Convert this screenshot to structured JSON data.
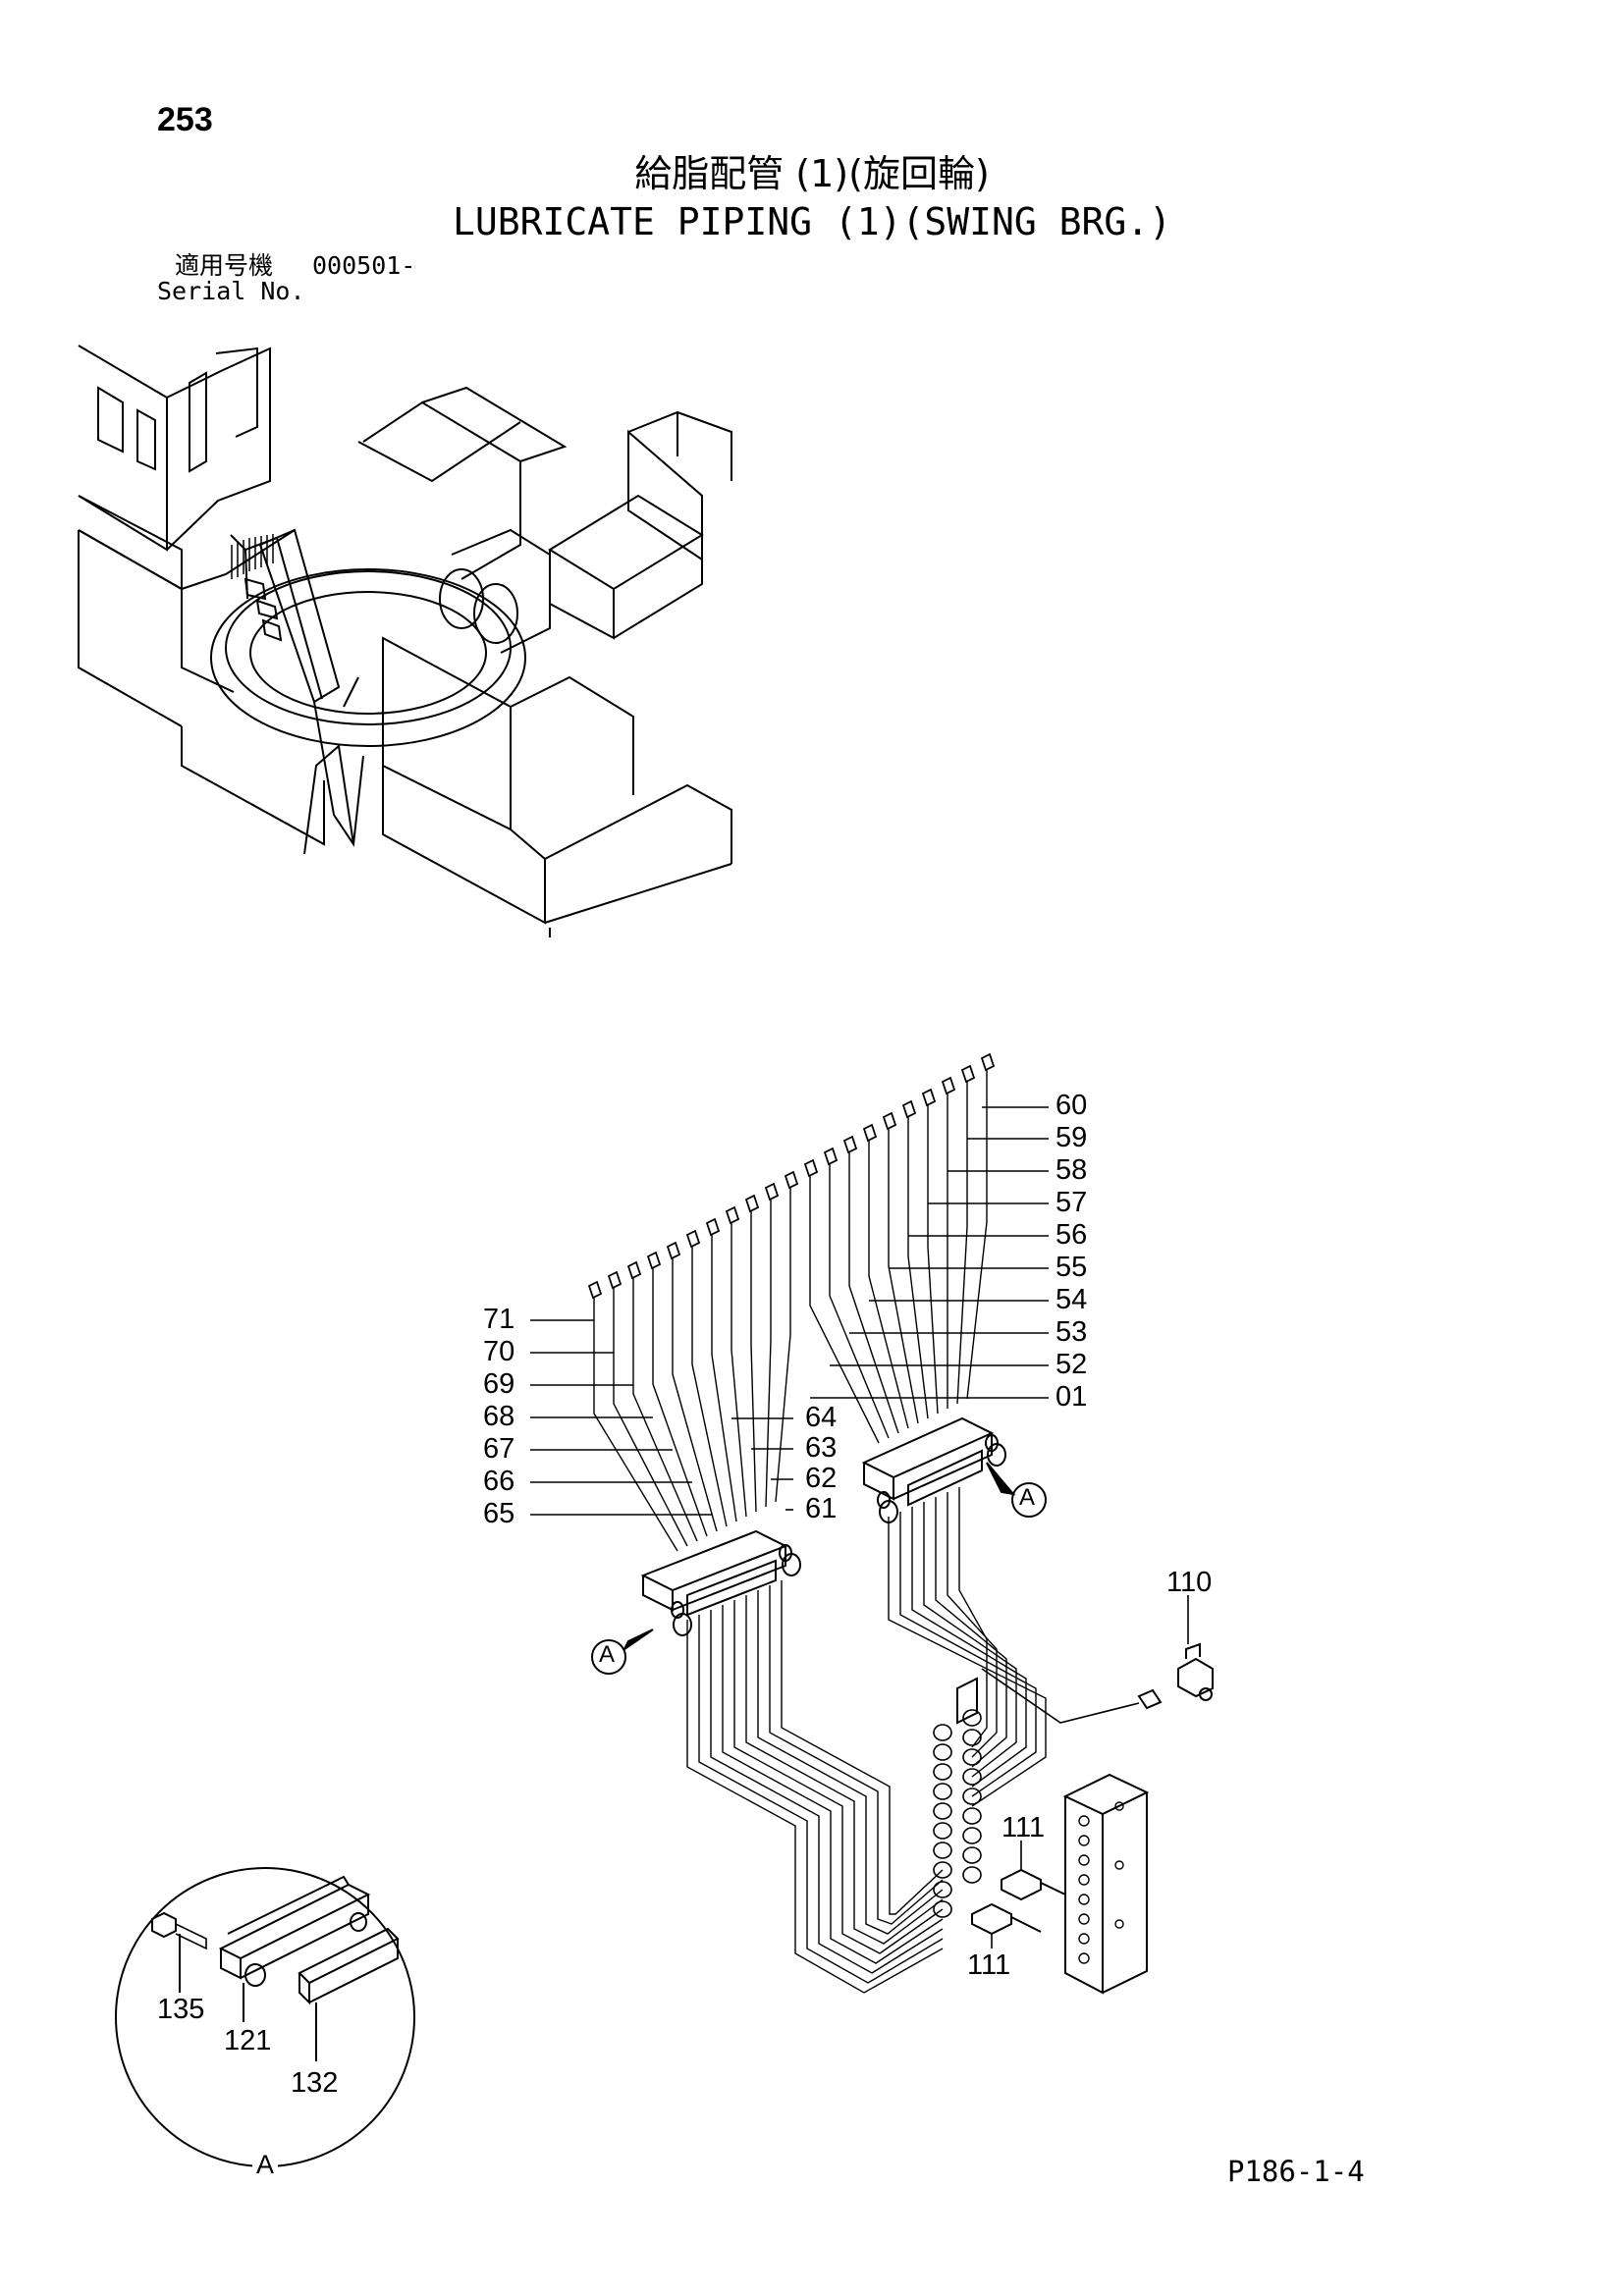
{
  "page_number": "253",
  "title_jp": "給脂配管 (1)(旋回輪)",
  "title_en": "LUBRICATE PIPING (1)(SWING BRG.)",
  "serial": {
    "label_jp": "適用号機",
    "value": "000501-",
    "label_en": "Serial No."
  },
  "callouts": {
    "c60": "60",
    "c59": "59",
    "c58": "58",
    "c57": "57",
    "c56": "56",
    "c55": "55",
    "c54": "54",
    "c53": "53",
    "c52": "52",
    "c01": "01",
    "c71": "71",
    "c70": "70",
    "c69": "69",
    "c68": "68",
    "c67": "67",
    "c66": "66",
    "c65": "65",
    "c64": "64",
    "c63": "63",
    "c62": "62",
    "c61": "61",
    "c110": "110",
    "c111a": "111",
    "c111b": "111",
    "c135": "135",
    "c121": "121",
    "c132": "132",
    "view_a1": "A",
    "view_a2": "A",
    "view_a3": "A"
  },
  "footer_code": "P186-1-4"
}
